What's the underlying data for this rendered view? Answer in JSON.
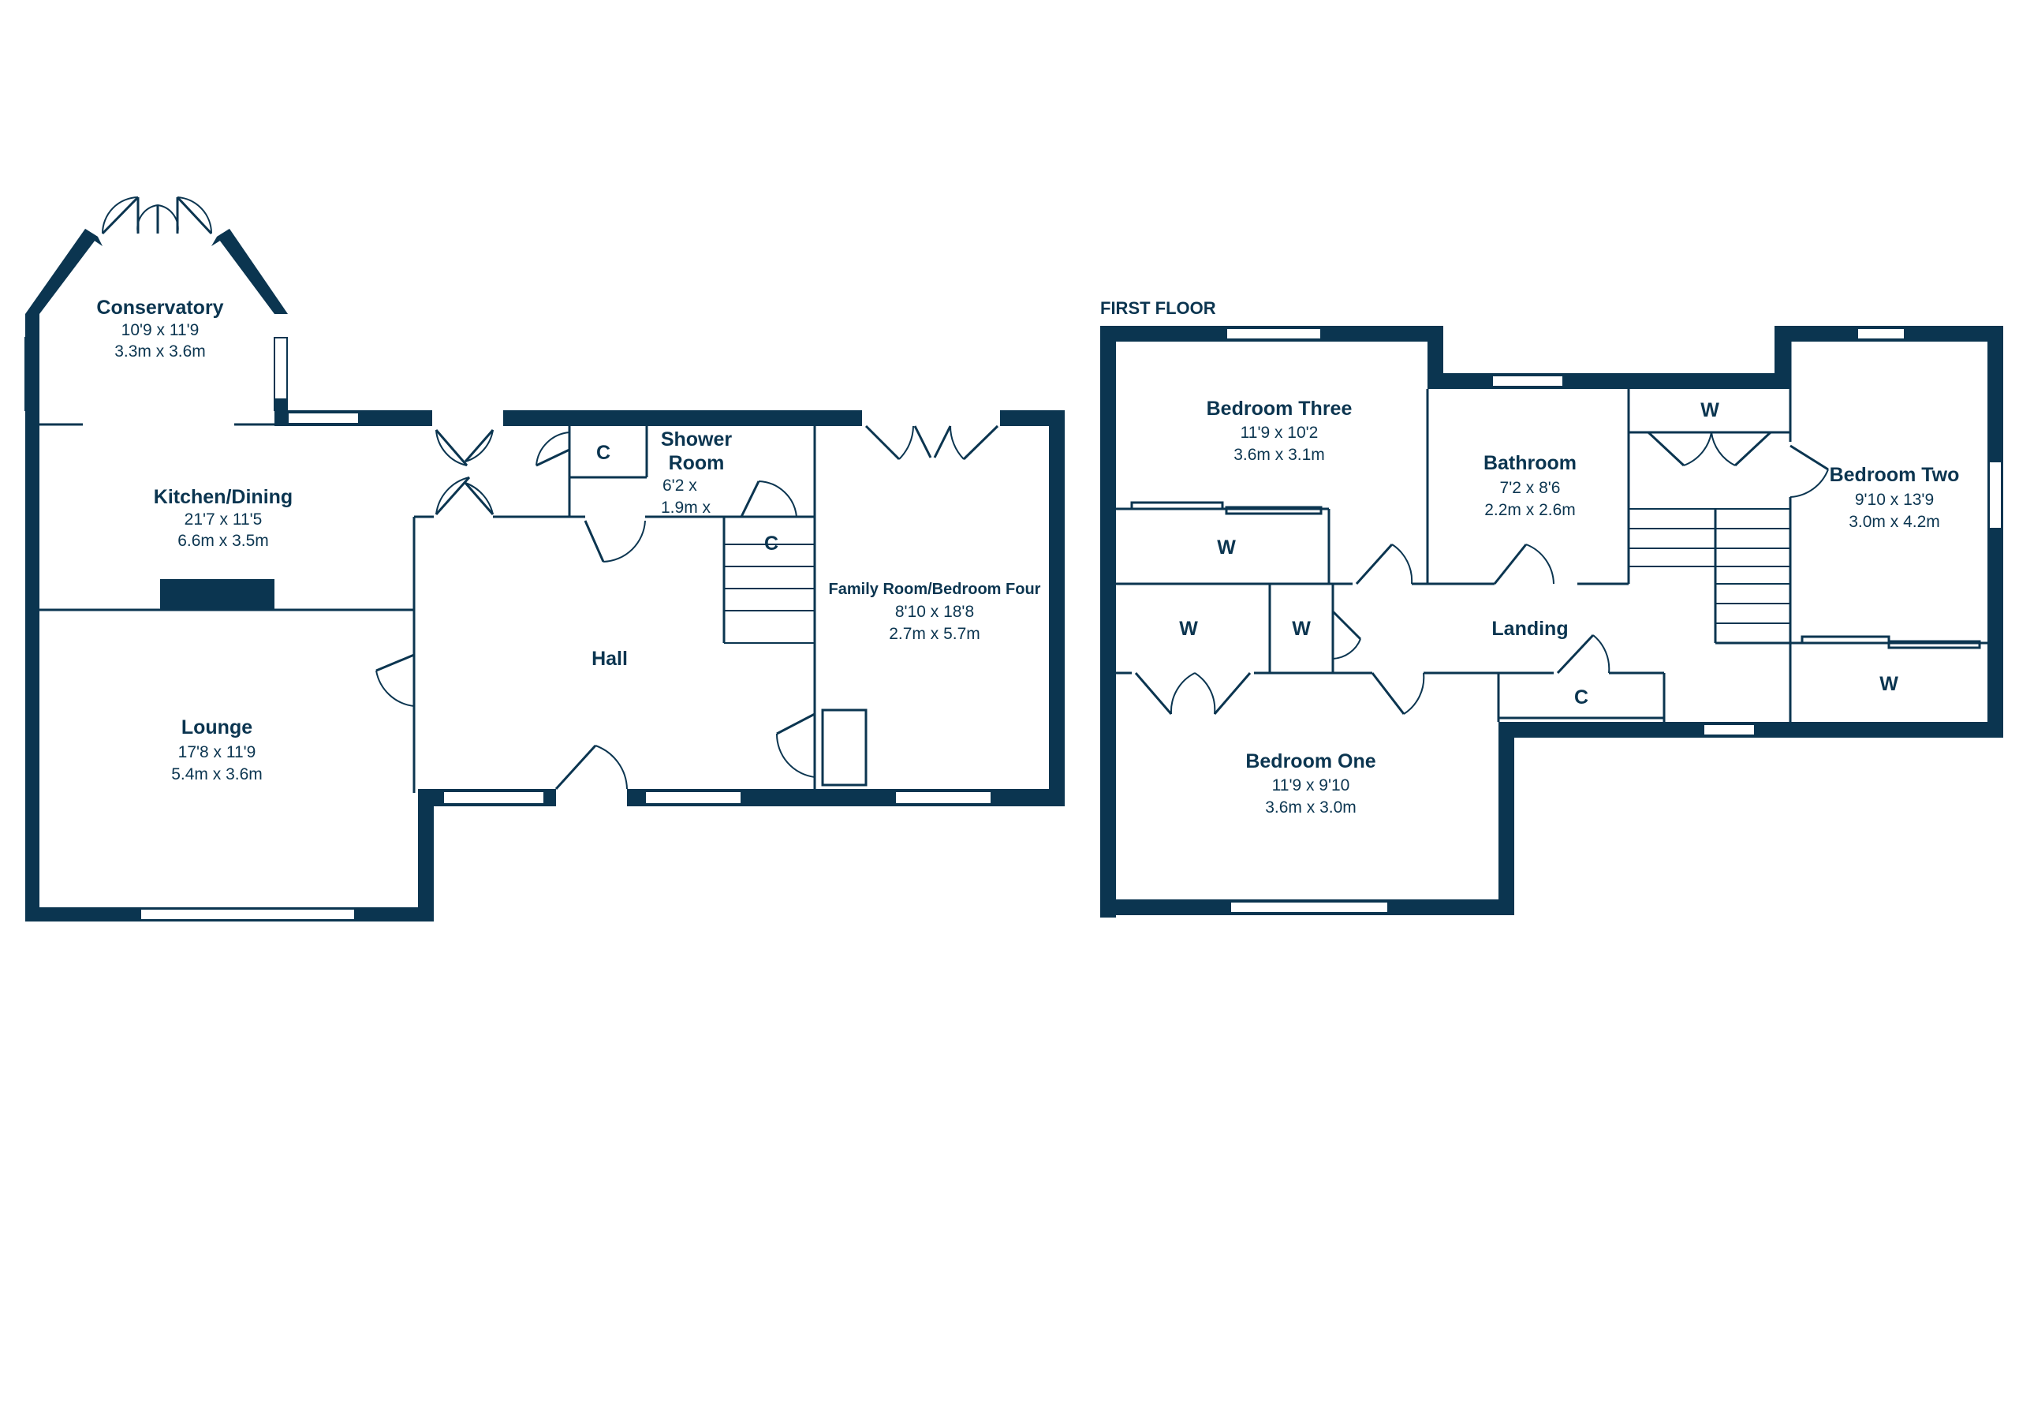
{
  "colors": {
    "wall": "#0b3550",
    "background": "#ffffff"
  },
  "first_floor_title": "FIRST FLOOR",
  "ground_floor": {
    "conservatory": {
      "name": "Conservatory",
      "imperial": "10'9 x 11'9",
      "metric": "3.3m x 3.6m"
    },
    "kitchen": {
      "name": "Kitchen/Dining",
      "imperial": "21'7 x 11'5",
      "metric": "6.6m x 3.5m"
    },
    "lounge": {
      "name": "Lounge",
      "imperial": "17'8 x 11'9",
      "metric": "5.4m x 3.6m"
    },
    "hall": {
      "name": "Hall"
    },
    "shower": {
      "name_line1": "Shower",
      "name_line2": "Room",
      "imperial": "6'2 x",
      "metric": "1.9m x"
    },
    "family": {
      "name": "Family Room/Bedroom Four",
      "imperial": "8'10 x 18'8",
      "metric": "2.7m x 5.7m"
    },
    "cupboard_1": "C",
    "cupboard_2": "C"
  },
  "first_floor": {
    "bedroom_three": {
      "name": "Bedroom Three",
      "imperial": "11'9 x 10'2",
      "metric": "3.6m x 3.1m"
    },
    "bathroom": {
      "name": "Bathroom",
      "imperial": "7'2 x 8'6",
      "metric": "2.2m x 2.6m"
    },
    "bedroom_two": {
      "name": "Bedroom Two",
      "imperial": "9'10 x 13'9",
      "metric": "3.0m x 4.2m"
    },
    "bedroom_one": {
      "name": "Bedroom One",
      "imperial": "11'9 x 9'10",
      "metric": "3.6m x 3.0m"
    },
    "landing": {
      "name": "Landing"
    },
    "wardrobe_1": "W",
    "wardrobe_2": "W",
    "wardrobe_3": "W",
    "wardrobe_4": "W",
    "wardrobe_5": "W",
    "cupboard": "C"
  }
}
